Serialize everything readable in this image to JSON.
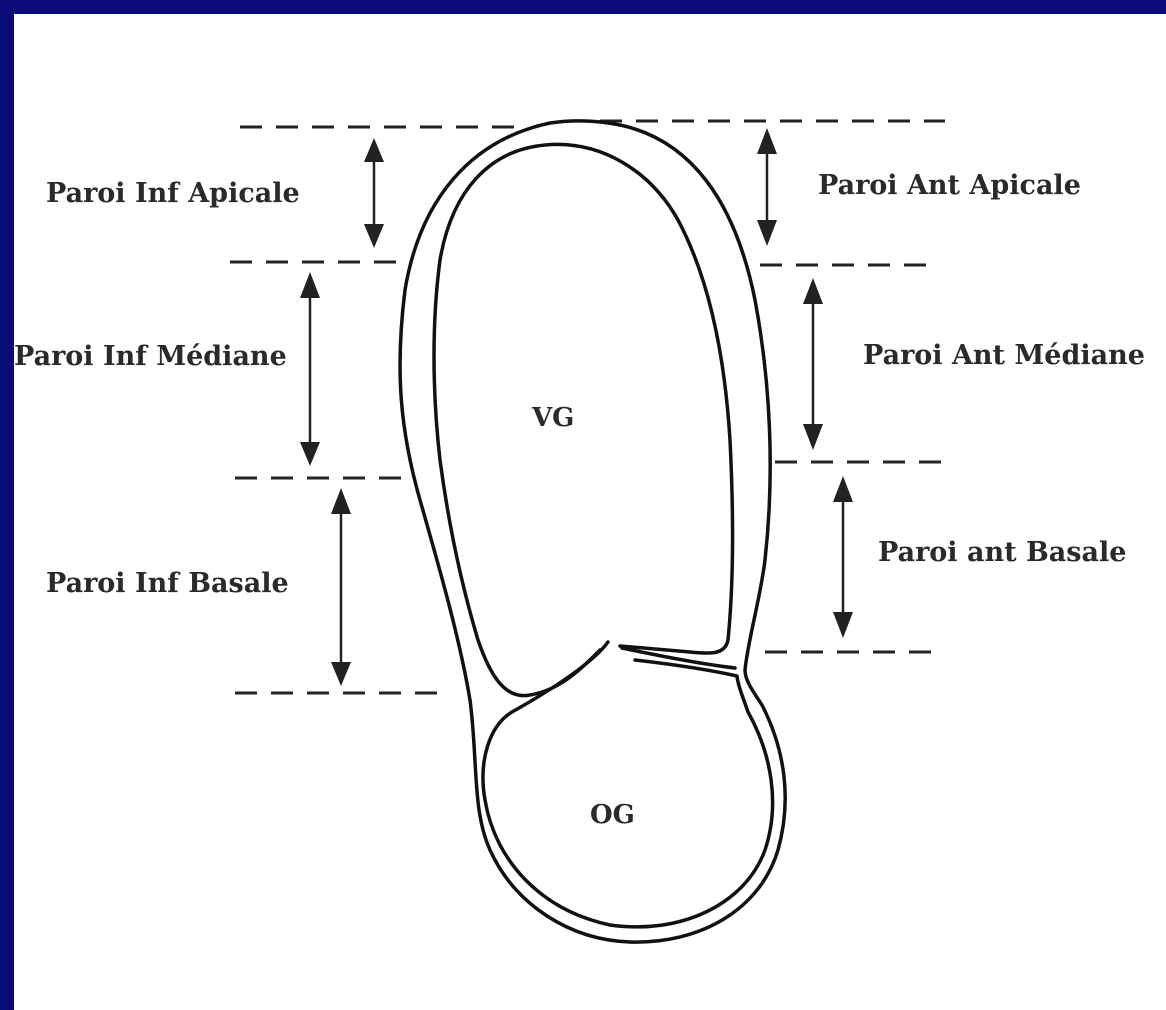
{
  "colors": {
    "frame": "#0b0b7a",
    "panel": "#ffffff",
    "ink": "#2a2a2a"
  },
  "labels": {
    "inf_apicale": "Paroi Inf Apicale",
    "inf_mediane": "Paroi Inf Médiane",
    "inf_basale": "Paroi Inf Basale",
    "ant_apicale": "Paroi Ant Apicale",
    "ant_mediane": "Paroi Ant Médiane",
    "ant_basale": "Paroi ant Basale"
  },
  "chambers": {
    "ventricle": "VG",
    "atrium": "OG"
  }
}
